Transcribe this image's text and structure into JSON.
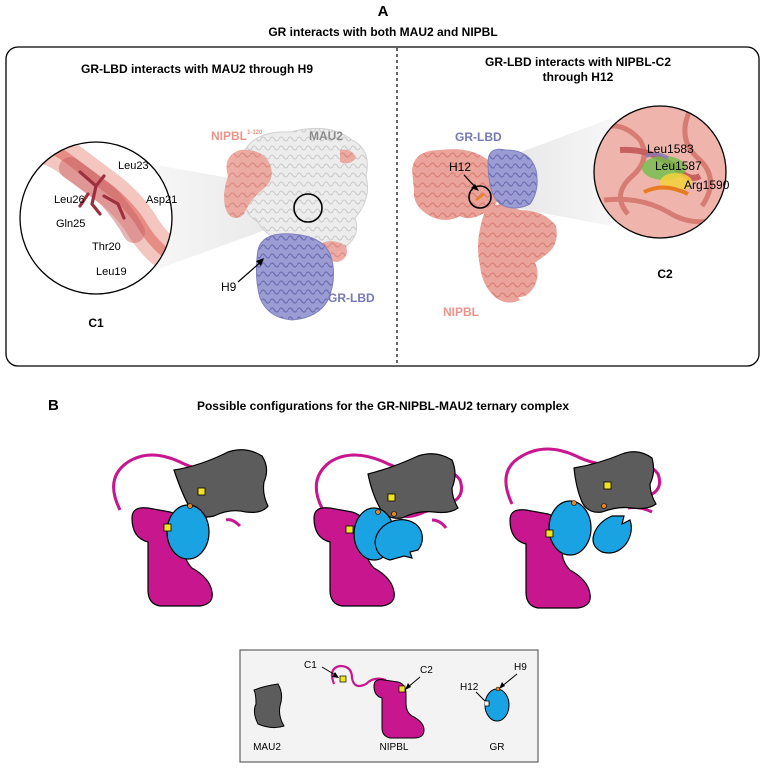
{
  "panel_a": {
    "letter": "A",
    "title": "GR interacts with both MAU2 and NIPBL",
    "left": {
      "heading": "GR-LBD interacts with MAU2 through H9",
      "zoom_labels": [
        "Leu23",
        "Leu26",
        "Asp21",
        "Gln25",
        "Thr20",
        "Leu19"
      ],
      "zoom_caption": "C1",
      "nipbl_label": "NIPBL",
      "nipbl_superscript": "1-120",
      "mau2_label": "MAU2",
      "h9_label": "H9",
      "grlbd_label": "GR-LBD"
    },
    "right": {
      "heading_line1": "GR-LBD interacts with NIPBL-C2",
      "heading_line2": "through H12",
      "grlbd_label": "GR-LBD",
      "h12_label": "H12",
      "nipbl_label": "NIPBL",
      "zoom_labels": [
        "Leu1583",
        "Leu1587",
        "Arg1590"
      ],
      "zoom_caption": "C2"
    }
  },
  "panel_b": {
    "letter": "B",
    "title": "Possible configurations for the GR-NIPBL-MAU2 ternary complex",
    "legend": {
      "mau2": "MAU2",
      "nipbl": "NIPBL",
      "gr": "GR",
      "c1": "C1",
      "c2": "C2",
      "h12": "H12",
      "h9": "H9"
    }
  },
  "colors": {
    "nipbl": "#c8168f",
    "mau2": "#5c5c5c",
    "gr": "#1aa3e3",
    "site": "#f2e422",
    "nipbl_structure": "#e8a39b",
    "grlbd_structure": "#8e8fca",
    "mau2_structure": "#e2e2e2"
  }
}
